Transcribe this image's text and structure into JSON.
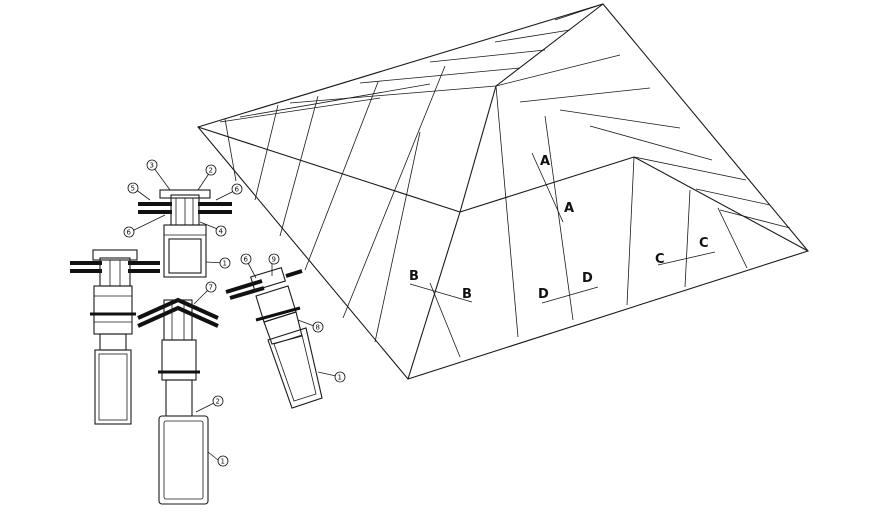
{
  "section_marks": {
    "A_upper": "A",
    "A_lower": "A",
    "B_left": "B",
    "B_right": "B",
    "C_left": "C",
    "C_right": "C",
    "D_left": "D",
    "D_right": "D"
  },
  "callouts": {
    "d1_top": "3",
    "d1_topright": "2",
    "d1_left": "5",
    "d1_right": "6",
    "d1_lowleft": "6",
    "d1_lowright": "4",
    "d1_bottom": "1",
    "d3_top": "7",
    "d3_mid": "2",
    "d3_bottom": "1",
    "d4_left": "6",
    "d4_right": "9",
    "d4_mid": "8",
    "d4_bottom": "1"
  }
}
